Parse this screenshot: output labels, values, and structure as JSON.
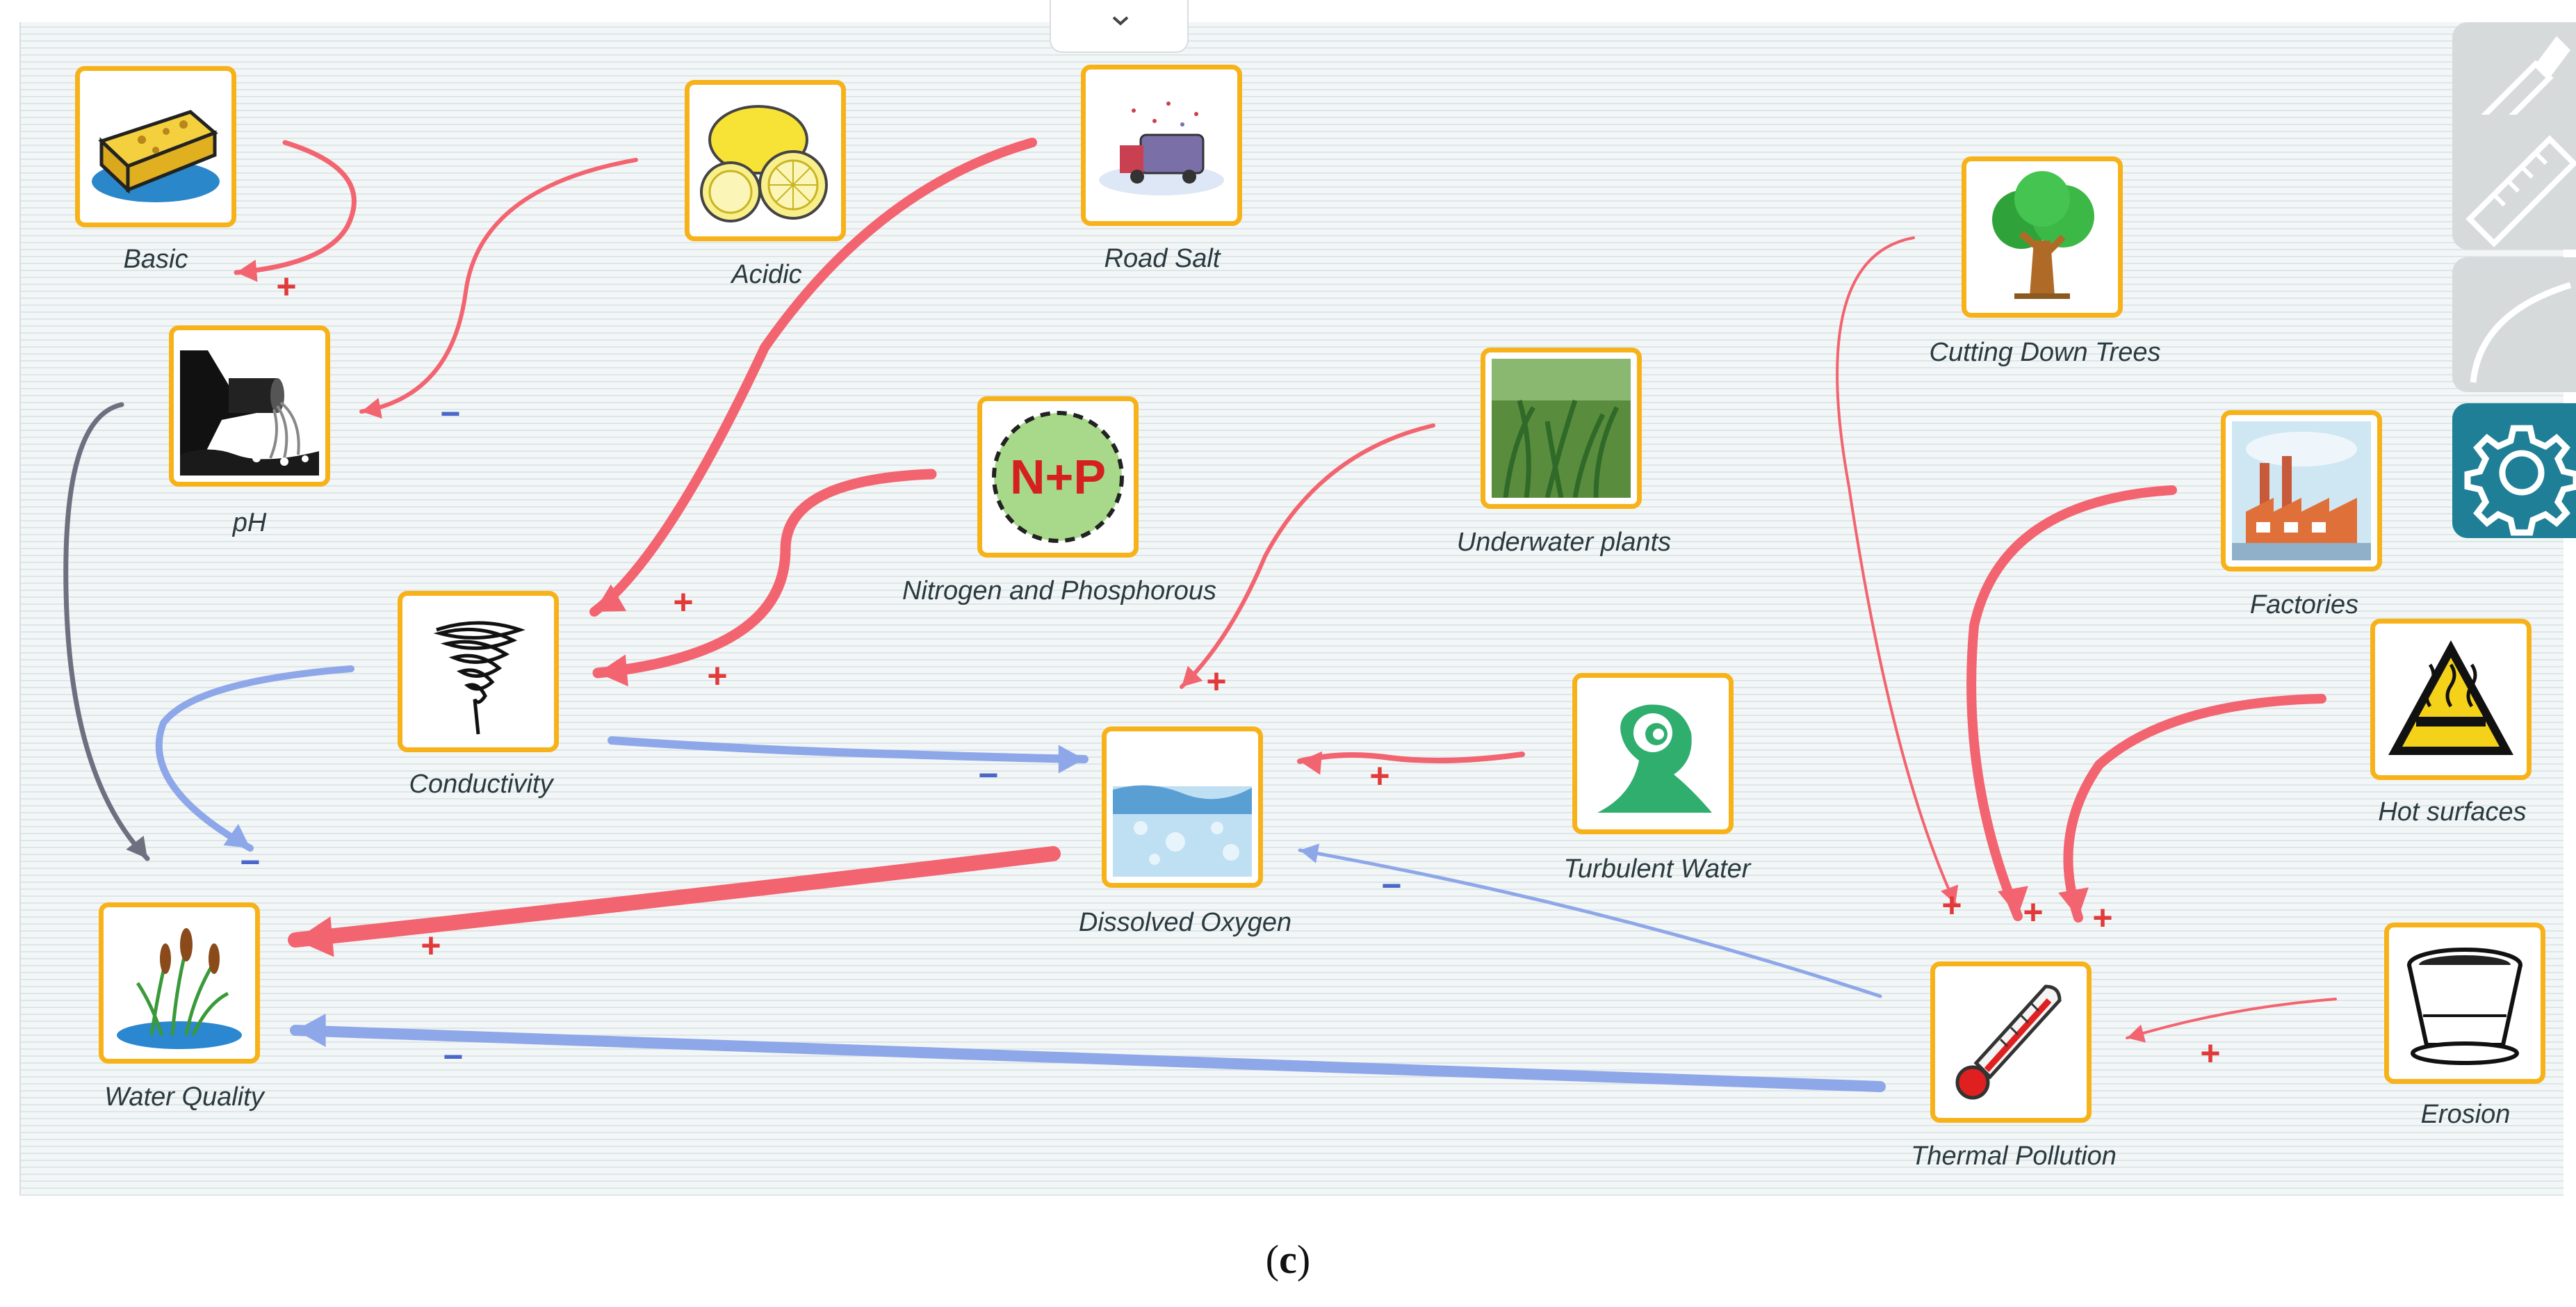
{
  "nodes": {
    "basic": {
      "label": "Basic",
      "icon": "sponge-icon"
    },
    "acidic": {
      "label": "Acidic",
      "icon": "lemon-icon"
    },
    "road_salt": {
      "label": "Road Salt",
      "icon": "salt-truck-icon"
    },
    "ph": {
      "label": "pH",
      "icon": "discharge-pipe-icon"
    },
    "cutting_down_trees": {
      "label": "Cutting Down Trees",
      "icon": "tree-icon"
    },
    "nitrogen": {
      "label": "Nitrogen and Phosphorous",
      "icon": "nitrogen-phosphorus-icon",
      "badge": "N+P"
    },
    "underwater_plants": {
      "label": "Underwater plants",
      "icon": "seagrass-icon"
    },
    "factories": {
      "label": "Factories",
      "icon": "factory-icon"
    },
    "conductivity": {
      "label": "Conductivity",
      "icon": "spiral-coil-icon"
    },
    "hot_surfaces": {
      "label": "Hot surfaces",
      "icon": "hot-surface-warning-icon"
    },
    "turbulent_water": {
      "label": "Turbulent Water",
      "icon": "wave-icon"
    },
    "dissolved_oxygen": {
      "label": "Dissolved Oxygen",
      "icon": "water-bubbles-icon"
    },
    "water_quality": {
      "label": "Water Quality",
      "icon": "cattails-icon"
    },
    "thermal_pollution": {
      "label": "Thermal Pollution",
      "icon": "thermometer-icon"
    },
    "erosion": {
      "label": "Erosion",
      "icon": "flower-pot-icon"
    }
  },
  "links": [
    {
      "from": "Basic",
      "to": "pH",
      "sign": "+"
    },
    {
      "from": "Acidic",
      "to": "pH",
      "sign": "−"
    },
    {
      "from": "Road Salt",
      "to": "Conductivity",
      "sign": "+"
    },
    {
      "from": "Nitrogen and Phosphorous",
      "to": "Conductivity",
      "sign": "+"
    },
    {
      "from": "Underwater plants",
      "to": "Dissolved Oxygen",
      "sign": "+"
    },
    {
      "from": "pH",
      "to": "Water Quality",
      "sign": ""
    },
    {
      "from": "Conductivity",
      "to": "Water Quality",
      "sign": "−"
    },
    {
      "from": "Conductivity",
      "to": "Dissolved Oxygen",
      "sign": "−"
    },
    {
      "from": "Turbulent Water",
      "to": "Dissolved Oxygen",
      "sign": "+"
    },
    {
      "from": "Dissolved Oxygen",
      "to": "Water Quality",
      "sign": "+"
    },
    {
      "from": "Thermal Pollution",
      "to": "Dissolved Oxygen",
      "sign": "−"
    },
    {
      "from": "Thermal Pollution",
      "to": "Water Quality",
      "sign": "−"
    },
    {
      "from": "Cutting Down Trees",
      "to": "Thermal Pollution",
      "sign": "+"
    },
    {
      "from": "Factories",
      "to": "Thermal Pollution",
      "sign": "+"
    },
    {
      "from": "Hot surfaces",
      "to": "Thermal Pollution",
      "sign": "+"
    },
    {
      "from": "Erosion",
      "to": "Thermal Pollution",
      "sign": "+"
    }
  ],
  "signs": {
    "plus": "+",
    "minus": "−"
  },
  "colors": {
    "increase": "#f26470",
    "decrease": "#8ea7e9",
    "neutral": "#6e7080",
    "node_border": "#f7b21a",
    "settings": "#1e7f96"
  },
  "toolbar": [
    "brush-icon",
    "ruler-icon",
    "curve-tool-icon",
    "gear-icon"
  ],
  "caption": {
    "open": "(",
    "letter": "c",
    "close": ")"
  }
}
